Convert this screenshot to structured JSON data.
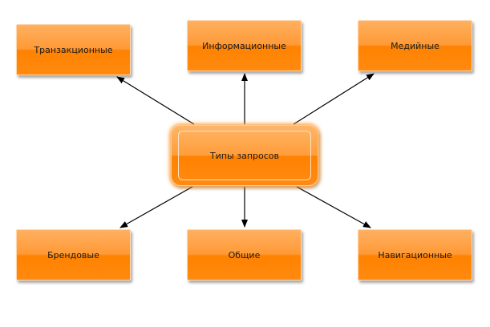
{
  "diagram": {
    "center": {
      "label": "Типы запросов"
    },
    "nodes": [
      {
        "id": "transactional",
        "label": "Транзакционные"
      },
      {
        "id": "informational",
        "label": "Информационные"
      },
      {
        "id": "media",
        "label": "Медийные"
      },
      {
        "id": "brand",
        "label": "Брендовые"
      },
      {
        "id": "general",
        "label": "Общие"
      },
      {
        "id": "navigational",
        "label": "Навигационные"
      }
    ],
    "colors": {
      "node_fill": "#ff8c1a",
      "node_highlight": "#ffb061",
      "arrow": "#000000",
      "text": "#1a1a1a"
    }
  }
}
